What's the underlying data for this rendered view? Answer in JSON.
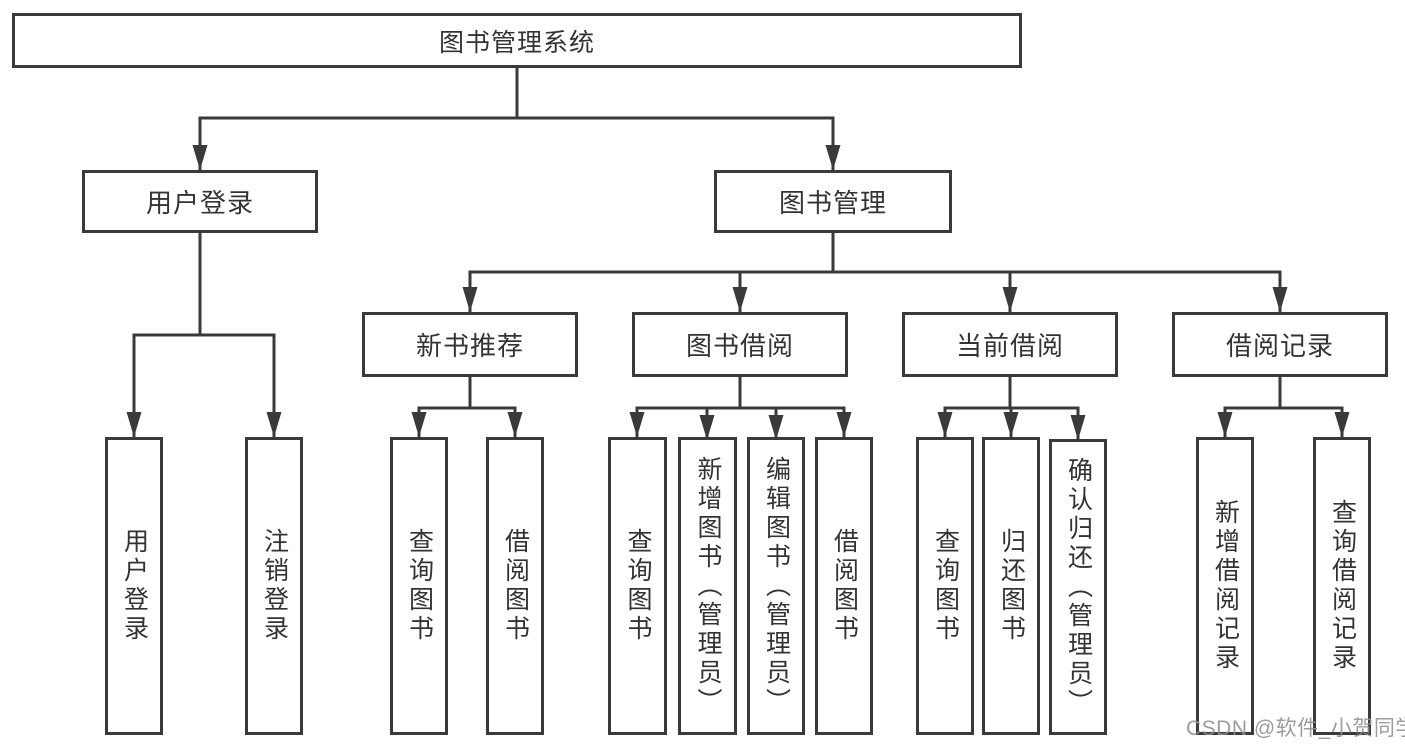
{
  "tree": {
    "title": "图书管理系统",
    "branches": [
      {
        "label": "用户登录",
        "children": [
          "用户登录",
          "注销登录"
        ]
      },
      {
        "label": "图书管理",
        "groups": [
          {
            "label": "新书推荐",
            "children": [
              "查询图书",
              "借阅图书"
            ]
          },
          {
            "label": "图书借阅",
            "children": [
              "查询图书",
              "新增图书（管理员）",
              "编辑图书（管理员）",
              "借阅图书"
            ]
          },
          {
            "label": "当前借阅",
            "children": [
              "查询图书",
              "归还图书",
              "确认归还（管理员）"
            ]
          },
          {
            "label": "借阅记录",
            "children": [
              "新增借阅记录",
              "查询借阅记录"
            ]
          }
        ]
      }
    ]
  },
  "watermark": {
    "text": "CSDN @软件_小贺同学"
  },
  "colors": {
    "line": "#3a3a3a",
    "text": "#333333",
    "background": "#ffffff",
    "watermark": "#8f8f8f"
  }
}
